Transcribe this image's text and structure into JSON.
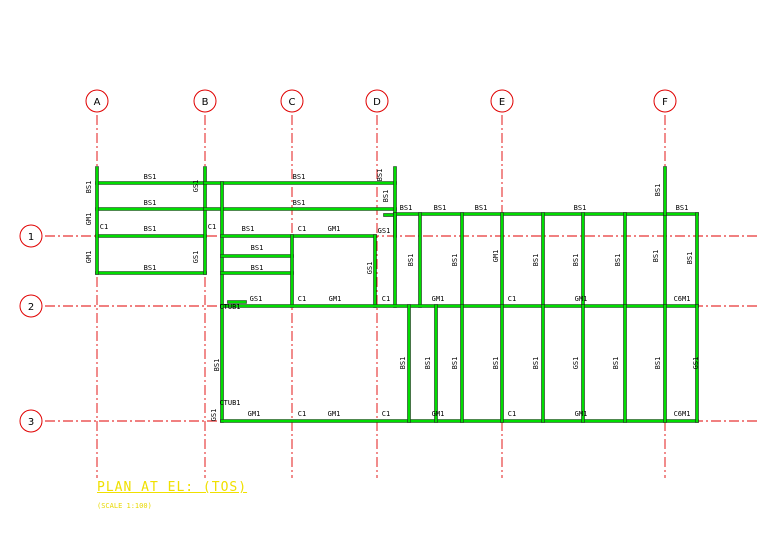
{
  "colors": {
    "gridline": "#e00000",
    "bubble": "#e00000",
    "member": "#00dd00",
    "member_edge": "#222222",
    "title": "#f0e000"
  },
  "grid": {
    "columns": [
      "A",
      "B",
      "C",
      "D",
      "E",
      "F"
    ],
    "rows": [
      "1",
      "2",
      "3"
    ]
  },
  "title": {
    "text": "PLAN AT EL: (TOS)",
    "scale": "(SCALE 1:100)"
  },
  "member_labels": [
    "BS1",
    "BS1",
    "BS1",
    "BS1",
    "BS1",
    "BS1",
    "BS1",
    "BS1",
    "BS1",
    "BS1",
    "BS1",
    "BS1",
    "BS1",
    "BS1",
    "GM1",
    "GM1",
    "GM1",
    "GM1",
    "GM1",
    "GM1",
    "GM1",
    "GM1",
    "GM1",
    "C1",
    "C1",
    "C1",
    "C1",
    "C1",
    "C1",
    "C1",
    "C1",
    "C1",
    "GS1",
    "GS1",
    "GS1",
    "CTUB1",
    "CTUB1",
    "C6M1",
    "C6M1",
    "GM1",
    "BS1",
    "GS1",
    "GS1",
    "BS1",
    "BS1",
    "BS1",
    "BS1",
    "BS1",
    "BS1",
    "GS1",
    "GM1",
    "BS1",
    "BS1",
    "BS1",
    "BS1",
    "BS1",
    "BS1",
    "BS1",
    "GS1",
    "BS1",
    "BS1",
    "BS1",
    "BS1",
    "GS1",
    "BS1"
  ]
}
